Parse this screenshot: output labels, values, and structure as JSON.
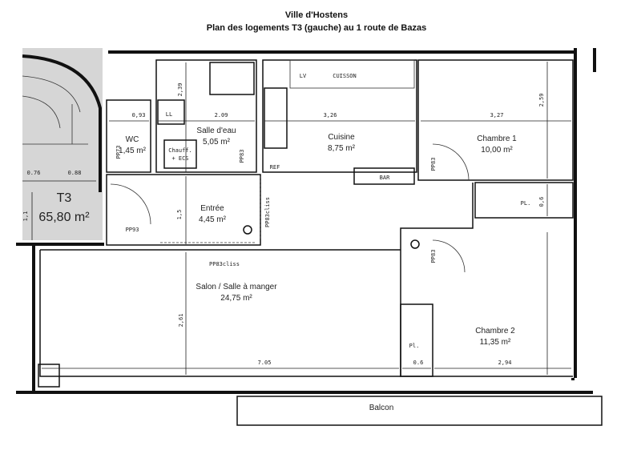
{
  "header": {
    "city": "Ville d'Hostens",
    "subtitle": "Plan des logements T3 (gauche) au 1 route de Bazas"
  },
  "apartment": {
    "type": "T3",
    "area": "65,80 m²"
  },
  "rooms": {
    "wc": {
      "name": "WC",
      "area": "1,45 m²"
    },
    "salle_eau": {
      "name": "Salle d'eau",
      "area": "5,05 m²"
    },
    "entree": {
      "name": "Entrée",
      "area": "4,45 m²"
    },
    "cuisine": {
      "name": "Cuisine",
      "area": "8,75 m²"
    },
    "chambre1": {
      "name": "Chambre 1",
      "area": "10,00 m²"
    },
    "salon": {
      "name": "Salon / Salle à manger",
      "area": "24,75 m²"
    },
    "chambre2": {
      "name": "Chambre 2",
      "area": "11,35 m²"
    },
    "balcon": {
      "name": "Balcon"
    }
  },
  "fixtures": {
    "ll": "LL",
    "chauff1": "Chauff.",
    "chauff2": "+ ECS",
    "ref": "REF",
    "lv": "LV",
    "cuisson": "CUISSON",
    "bar": "BAR",
    "pl1": "PL.",
    "pl2": "Pl."
  },
  "doors": {
    "pp73": "PP73",
    "pp83_sde": "PP83",
    "pp93": "PP93",
    "pp83cliss_v": "PP83cliss",
    "pp83cliss_h": "PP83cliss",
    "pp83_ch1": "PP83",
    "pp83_ch2": "PP83"
  },
  "dimensions": {
    "wc_w": "0,93",
    "sde_w": "2.09",
    "sde_h": "2,39",
    "entree_h": "1,5",
    "cuisine_w": "3,26",
    "ch1_w": "3,27",
    "ch1_h": "2,59",
    "pl_h": "0,6",
    "salon_h": "2,61",
    "salon_w": "7.05",
    "pl2_w": "0.6",
    "ch2_w": "2,94",
    "stair1": "0.76",
    "stair2": "0.88",
    "stair_h": "1,1"
  }
}
